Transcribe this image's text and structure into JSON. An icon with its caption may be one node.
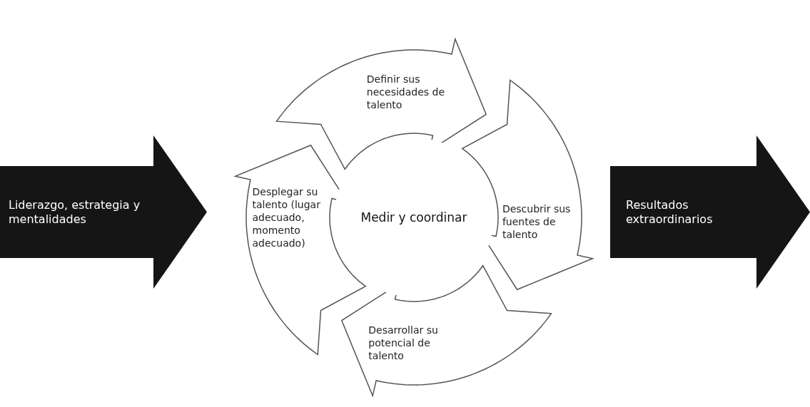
{
  "diagram": {
    "nodes": [
      {
        "text": [
          "Liderazgo, estrategia y mentalidades"
        ]
      },
      {
        "text": [
          "Definir sus necesidades de talento"
        ]
      },
      {
        "text": [
          "Descubrir sus fuentes de talento"
        ]
      },
      {
        "text": [
          "Desarrollar su potencial de talento"
        ]
      },
      {
        "text": [
          "Desplegar su talento (lugar adecuado, momento adecuado)"
        ]
      },
      {
        "text": [
          "Medir y coordinar"
        ]
      },
      {
        "text": [
          "Resultados extraordinarios"
        ]
      }
    ]
  }
}
